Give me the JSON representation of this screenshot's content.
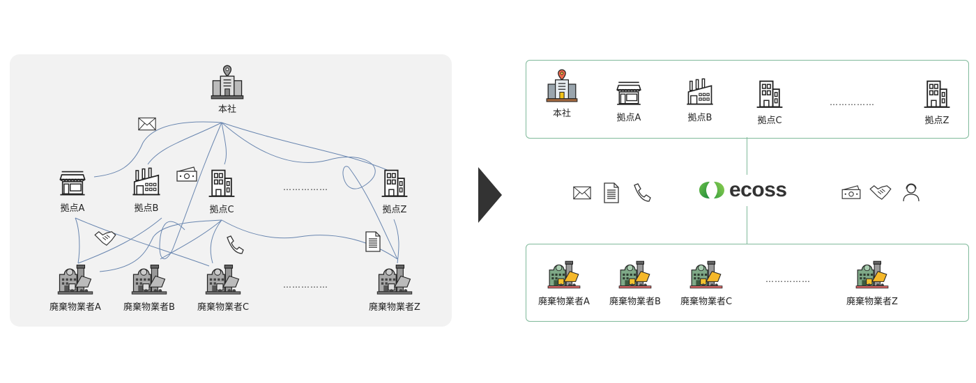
{
  "left": {
    "hq": {
      "label": "本社"
    },
    "bases": [
      {
        "label": "拠点A",
        "icon": "store-icon"
      },
      {
        "label": "拠点B",
        "icon": "factory-icon"
      },
      {
        "label": "拠点C",
        "icon": "office-building-icon"
      },
      {
        "label": "拠点Z",
        "icon": "office-building-icon"
      }
    ],
    "vendors": [
      {
        "label": "廃棄物業者A"
      },
      {
        "label": "廃棄物業者B"
      },
      {
        "label": "廃棄物業者C"
      },
      {
        "label": "廃棄物業者Z"
      }
    ],
    "ellipsis": "……………",
    "comm_icons": [
      "mail-icon",
      "money-icon",
      "handshake-icon",
      "phone-icon",
      "document-icon"
    ]
  },
  "right": {
    "top_box": {
      "items": [
        {
          "label": "本社"
        },
        {
          "label": "拠点A"
        },
        {
          "label": "拠点B"
        },
        {
          "label": "拠点C"
        },
        {
          "label": "拠点Z"
        }
      ],
      "ellipsis": "……………"
    },
    "middle": {
      "logo_text": "ecoss",
      "left_icons": [
        "mail-icon",
        "document-icon",
        "phone-icon"
      ],
      "right_icons": [
        "money-icon",
        "handshake-icon",
        "support-person-icon"
      ]
    },
    "bottom_box": {
      "items": [
        {
          "label": "廃棄物業者A"
        },
        {
          "label": "廃棄物業者B"
        },
        {
          "label": "廃棄物業者C"
        },
        {
          "label": "廃棄物業者Z"
        }
      ],
      "ellipsis": "……………"
    }
  },
  "colors": {
    "panel_bg": "#f2f2f2",
    "line": "#5a7aa8",
    "box_border": "#7fb99a",
    "arrow": "#333333",
    "logo_green_dark": "#1e8a3a",
    "logo_green_light": "#6cc04a"
  }
}
